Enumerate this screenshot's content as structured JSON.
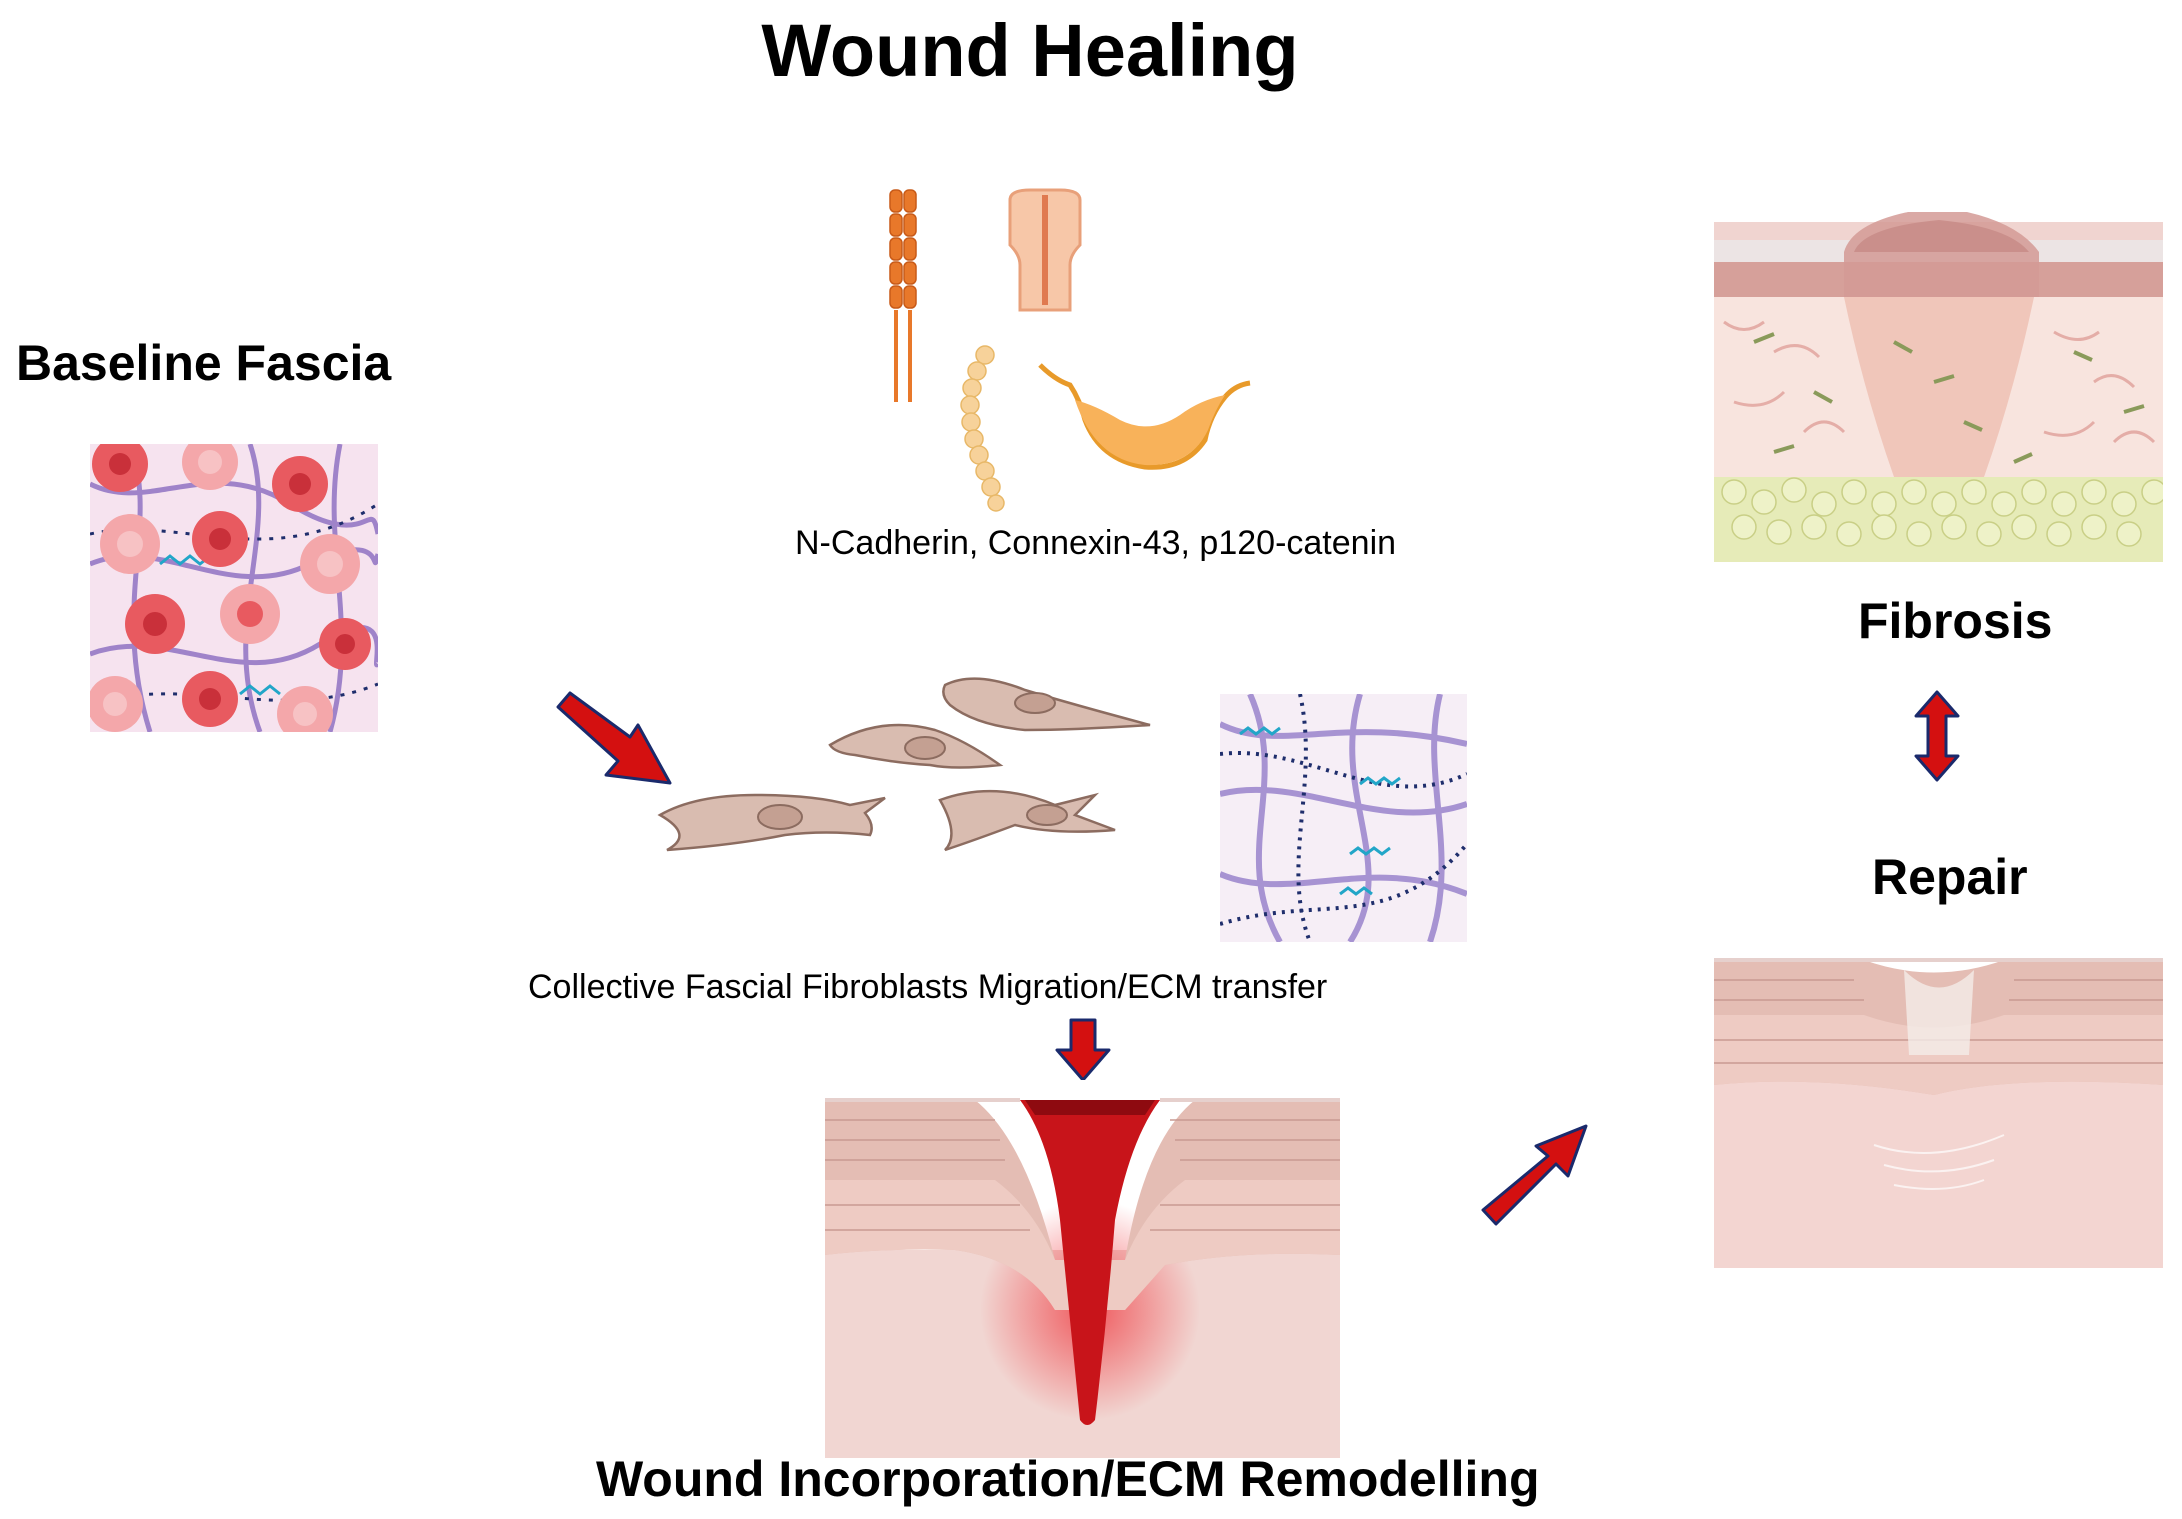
{
  "title": "Wound Healing",
  "labels": {
    "baseline": "Baseline Fascia",
    "proteins": "N-Cadherin, Connexin-43, p120-catenin",
    "migration": "Collective Fascial Fibroblasts Migration/ECM transfer",
    "wound": "Wound Incorporation/ECM Remodelling",
    "fibrosis": "Fibrosis",
    "repair": "Repair"
  },
  "colors": {
    "arrow_fill": "#d41010",
    "arrow_stroke": "#1a2a6c",
    "skin": "#f3d5d1",
    "wound_blood": "#c8141a",
    "fibroblast": "#d9bcb0",
    "fat": "#e6ebb8"
  },
  "icons": [
    "baseline-fascia-tissue-icon",
    "n-cadherin-icon",
    "connexin-43-channel-icon",
    "p120-catenin-icon",
    "fibroblast-cell-icon",
    "ecm-fiber-network-icon",
    "wound-skin-icon",
    "fibrosis-skin-icon",
    "repair-skin-icon",
    "red-arrow-icon",
    "double-headed-arrow-icon"
  ]
}
